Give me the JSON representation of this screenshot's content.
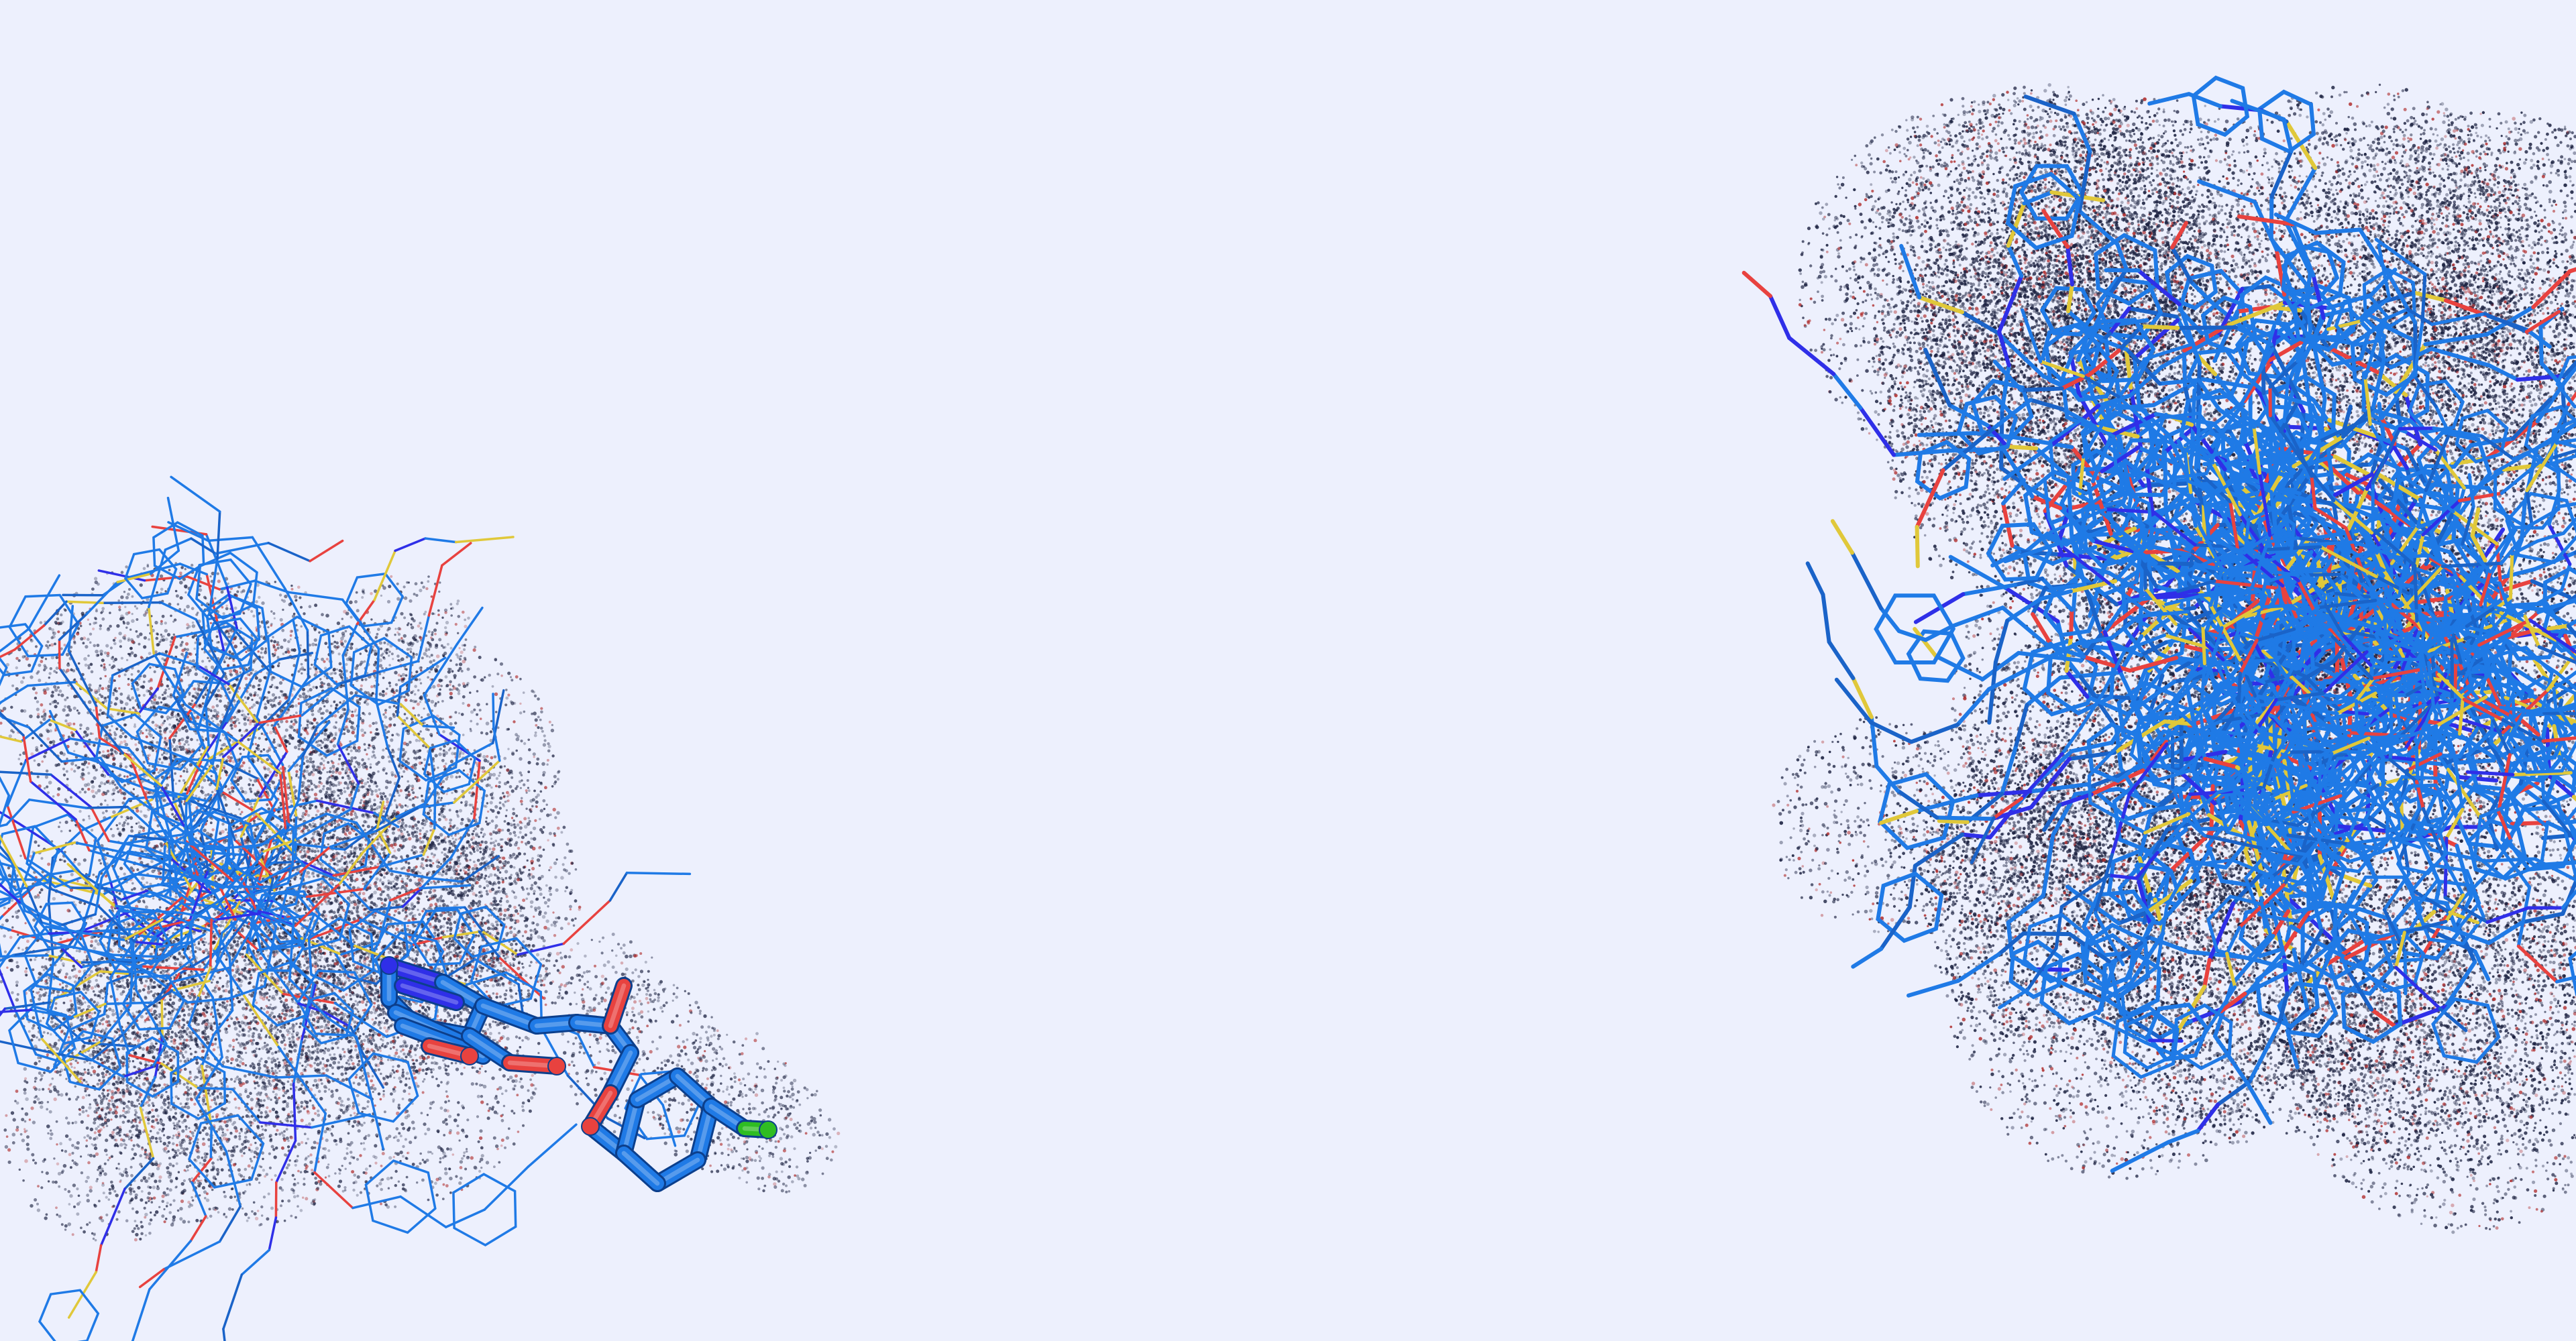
{
  "viewer": {
    "background_color": "#edf0fd",
    "render_style": "ligand ensemble with dotted molecular surfaces",
    "colors": {
      "carbon": "#1f7ae6",
      "carbon_dark": "#1a63c8",
      "nitrogen": "#2f2fe8",
      "oxygen": "#e8423f",
      "sulfur": "#e0c83a",
      "chlorine": "#2fbd22",
      "surface_dot": "#1b2140",
      "surface_dot_red": "#b03030"
    },
    "icons": {
      "highlighted_ligand": "stick-model",
      "ensemble": "line-model",
      "surface": "dot-surface"
    }
  }
}
